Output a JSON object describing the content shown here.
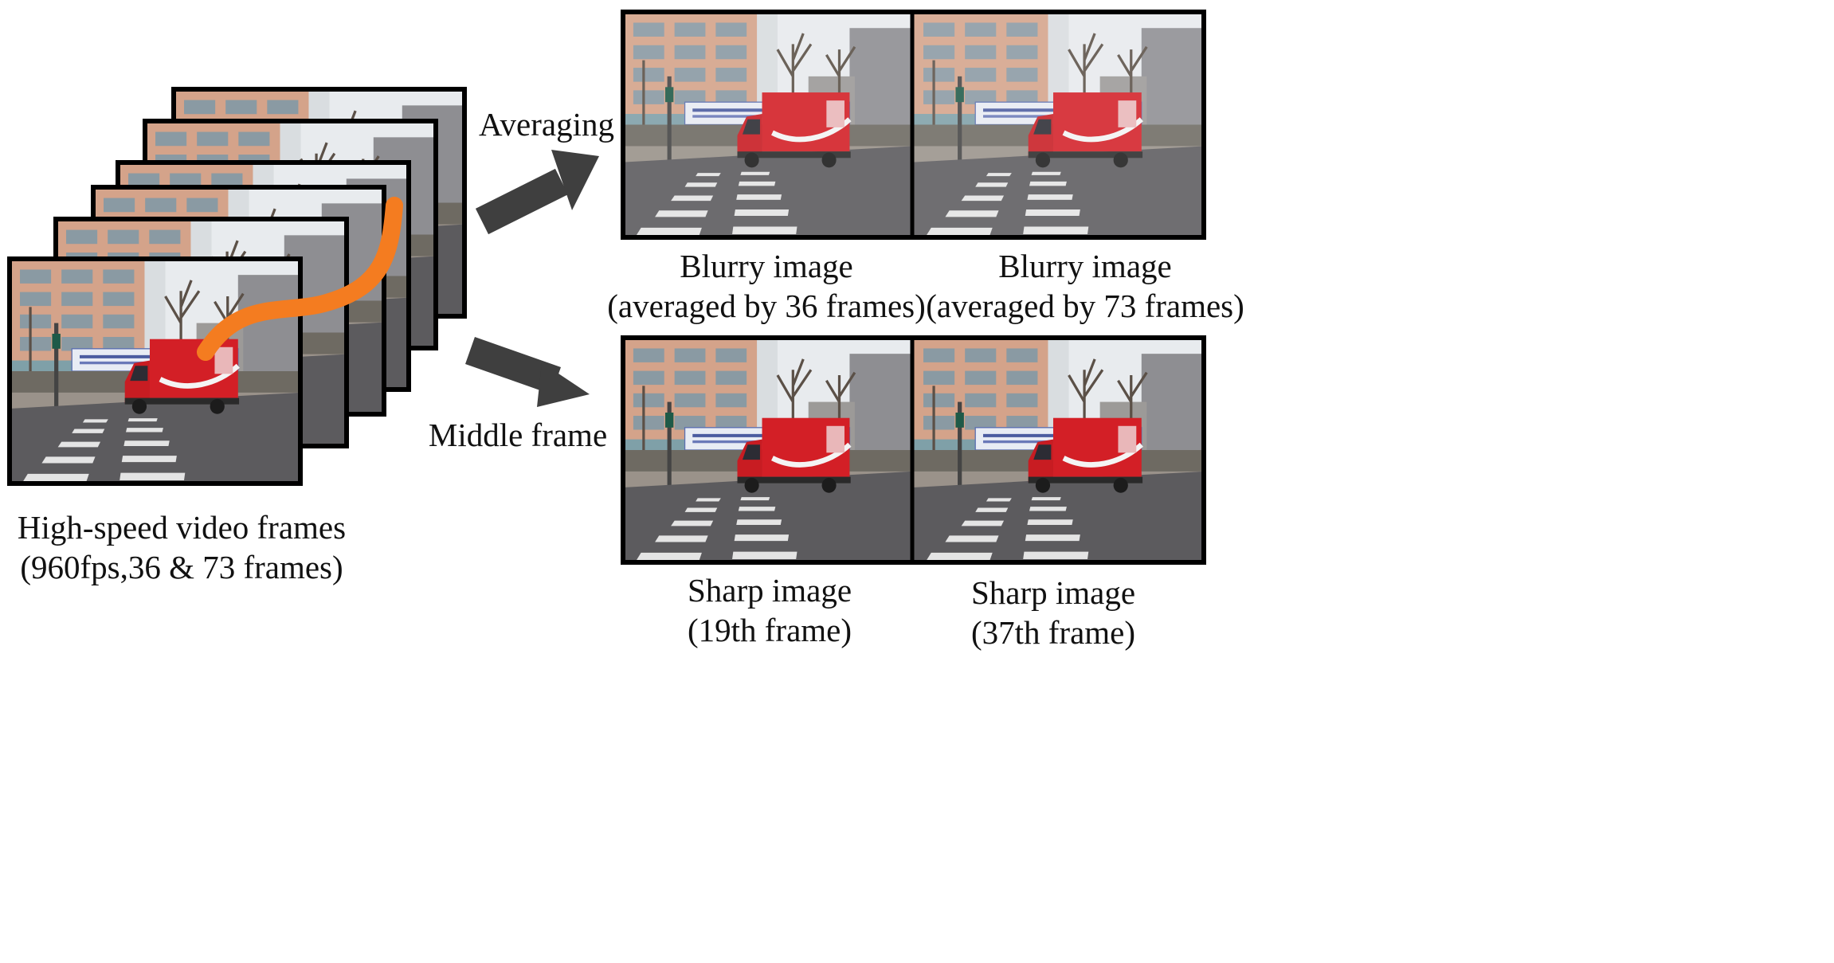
{
  "left_group": {
    "caption_line1": "High-speed video frames",
    "caption_line2": "(960fps,36 & 73 frames)"
  },
  "arrows": {
    "top_label": "Averaging",
    "bottom_label": "Middle frame"
  },
  "blurry": [
    {
      "line1": "Blurry image",
      "line2": "(averaged by 36 frames)"
    },
    {
      "line1": "Blurry image",
      "line2": "(averaged by 73 frames)"
    }
  ],
  "sharp": [
    {
      "line1": "Sharp image",
      "line2": "(19th frame)"
    },
    {
      "line1": "Sharp image",
      "line2": "(37th frame)"
    }
  ],
  "colors": {
    "arrow": "#3f3f3f",
    "trajectory": "#f47c20",
    "frame_border": "#000000",
    "truck": "#d31f26"
  }
}
